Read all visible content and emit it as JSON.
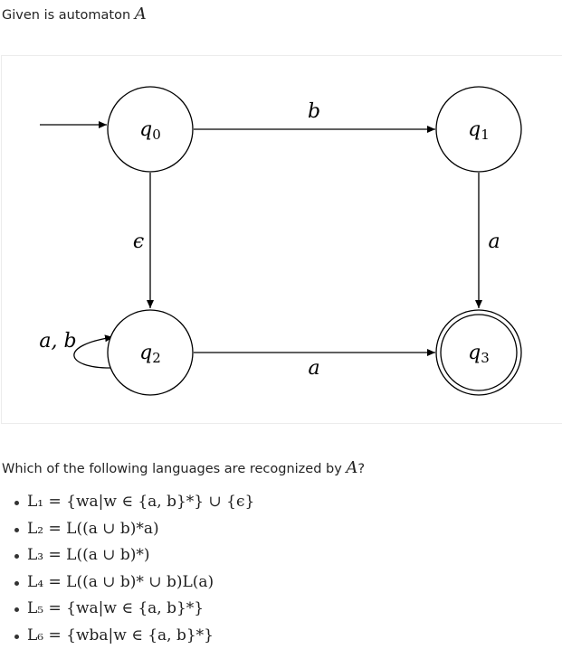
{
  "intro": {
    "text": "Given is automaton",
    "symbol": "A"
  },
  "automaton": {
    "states": [
      {
        "id": "q0",
        "base": "q",
        "sub": "0",
        "initial": true,
        "accepting": false
      },
      {
        "id": "q1",
        "base": "q",
        "sub": "1",
        "initial": false,
        "accepting": false
      },
      {
        "id": "q2",
        "base": "q",
        "sub": "2",
        "initial": false,
        "accepting": false
      },
      {
        "id": "q3",
        "base": "q",
        "sub": "3",
        "initial": false,
        "accepting": true
      }
    ],
    "transitions": [
      {
        "from": "q0",
        "to": "q1",
        "label": "b"
      },
      {
        "from": "q0",
        "to": "q2",
        "label": "ϵ"
      },
      {
        "from": "q1",
        "to": "q3",
        "label": "a"
      },
      {
        "from": "q2",
        "to": "q3",
        "label": "a"
      },
      {
        "from": "q2",
        "to": "q2",
        "label": "a, b"
      }
    ]
  },
  "question": {
    "text": "Which of the following languages are recognized by",
    "symbol": "A",
    "end": "?"
  },
  "languages": [
    {
      "name": "L1",
      "definition": "L₁ = {wa|w ∈ {a, b}*} ∪ {ϵ}"
    },
    {
      "name": "L2",
      "definition": "L₂ = L((a ∪ b)*a)"
    },
    {
      "name": "L3",
      "definition": "L₃ = L((a ∪ b)*)"
    },
    {
      "name": "L4",
      "definition": "L₄ = L((a ∪ b)* ∪ b)L(a)"
    },
    {
      "name": "L5",
      "definition": "L₅ = {wa|w ∈ {a, b}*}"
    },
    {
      "name": "L6",
      "definition": "L₆ = {wba|w ∈ {a, b}*}"
    }
  ]
}
